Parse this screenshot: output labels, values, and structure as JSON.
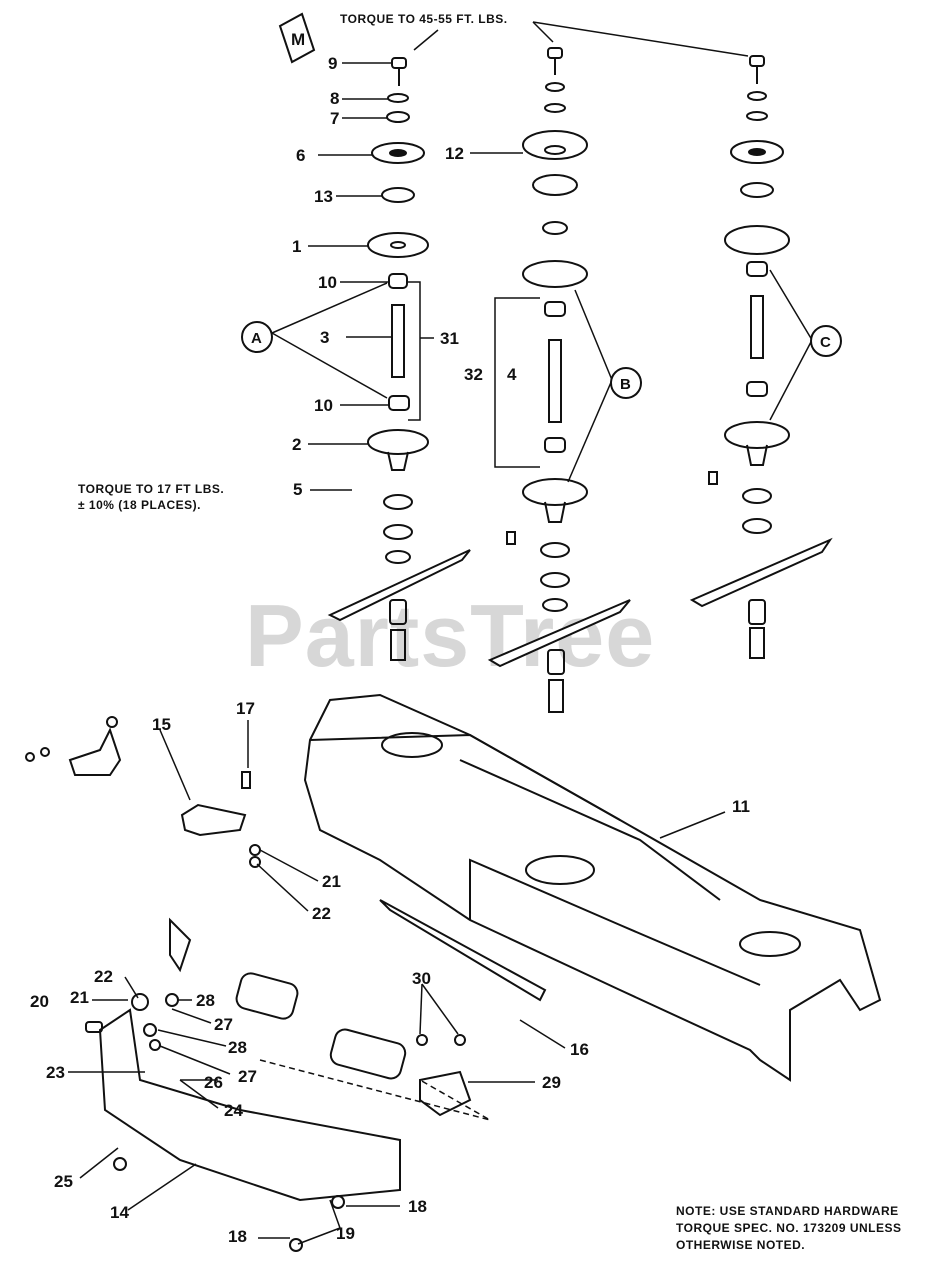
{
  "watermark": "PartsTree",
  "notes": {
    "torque_top": "TORQUE TO 45-55 FT. LBS.",
    "torque_left_1": "TORQUE TO 17 FT LBS.",
    "torque_left_2": "± 10%  (18 PLACES).",
    "footer_1": "NOTE: USE STANDARD HARDWARE",
    "footer_2": "TORQUE SPEC. NO. 173209 UNLESS",
    "footer_3": "OTHERWISE NOTED."
  },
  "badge": "M",
  "circle_labels": [
    "A",
    "B",
    "C"
  ],
  "callouts": [
    "9",
    "8",
    "7",
    "6",
    "13",
    "1",
    "10",
    "3",
    "31",
    "10",
    "2",
    "5",
    "12",
    "32",
    "4",
    "11",
    "15",
    "17",
    "21",
    "22",
    "20",
    "21",
    "22",
    "28",
    "27",
    "28",
    "23",
    "26",
    "27",
    "24",
    "25",
    "14",
    "18",
    "19",
    "18",
    "30",
    "29",
    "16"
  ]
}
